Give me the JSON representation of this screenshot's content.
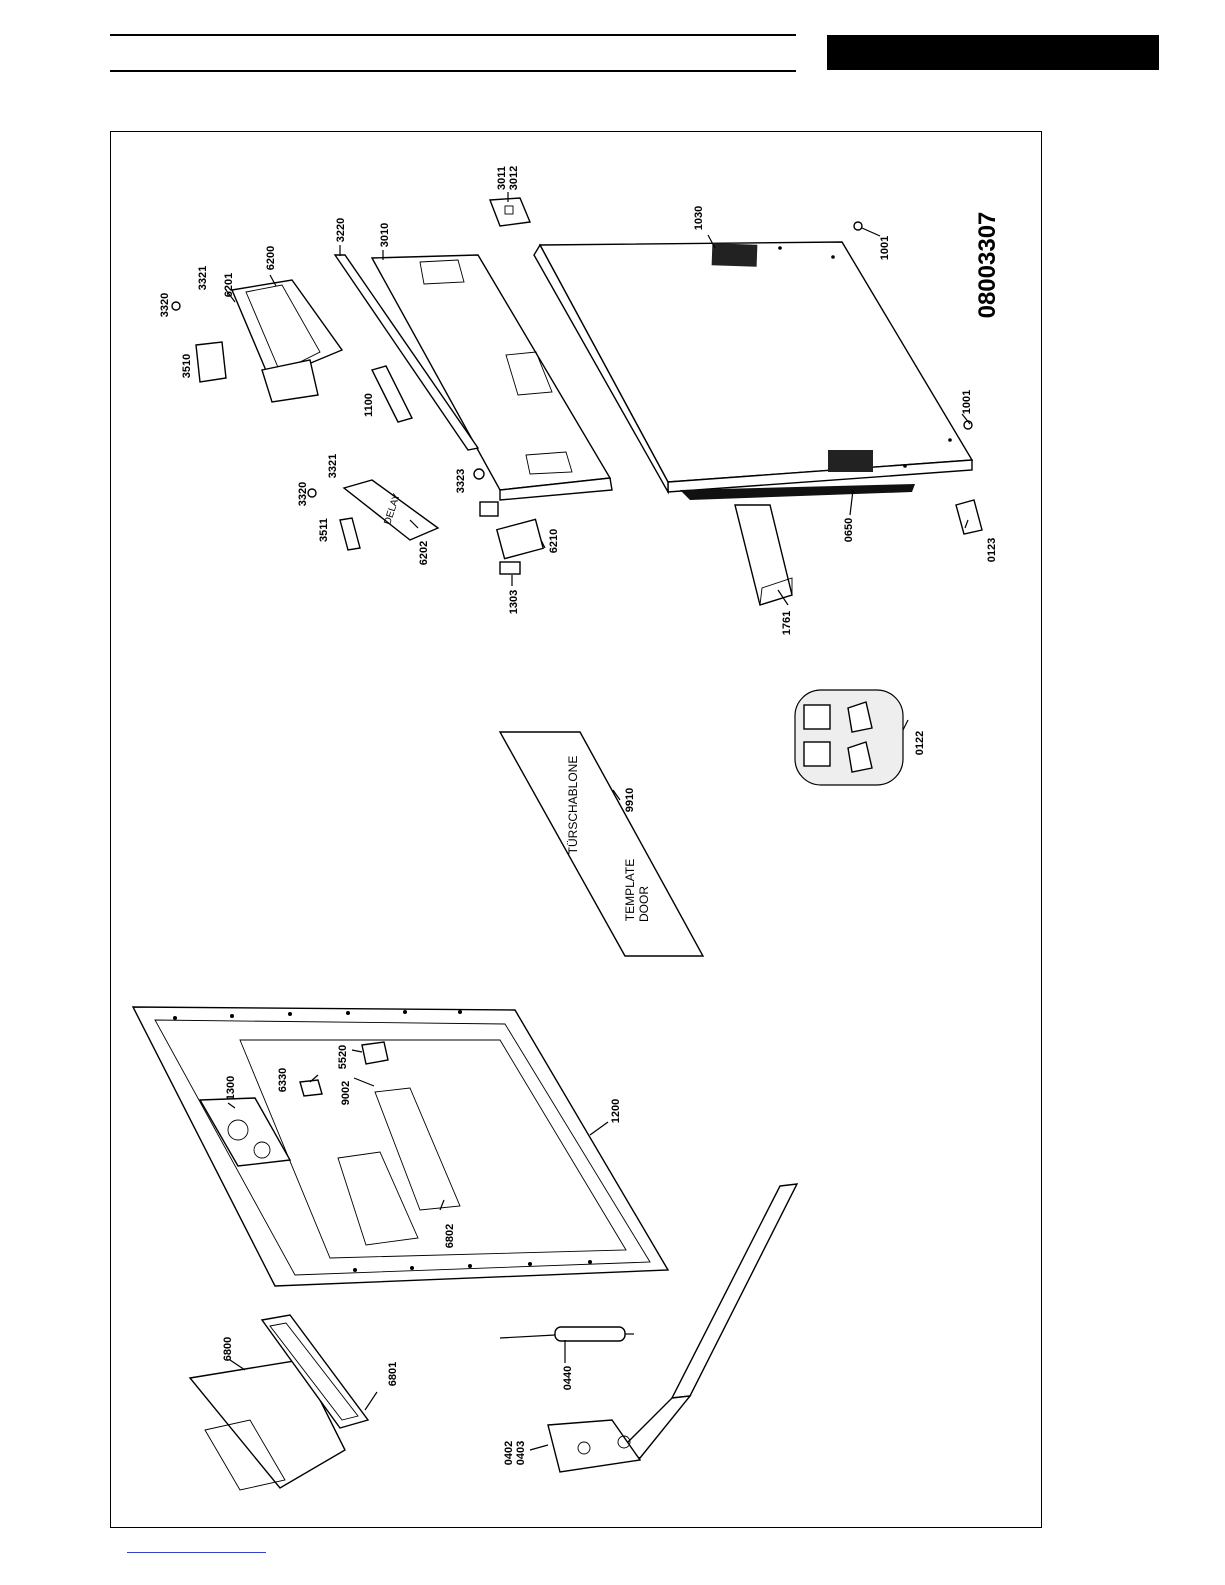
{
  "diagram": {
    "document_number": "08003307",
    "template_text": {
      "line1": "TÜRSCHABLONE",
      "line2": "TEMPLATE",
      "line3": "DOOR",
      "delay_label": "DELAY"
    },
    "part_numbers": {
      "p3011": "3011",
      "p3012": "3012",
      "p1030": "1030",
      "p3220": "3220",
      "p3010": "3010",
      "p6200": "6200",
      "p6201": "6201",
      "p3321a": "3321",
      "p3320a": "3320",
      "p3510": "3510",
      "p1100": "1100",
      "p1001a": "1001",
      "p1001b": "1001",
      "p3320b": "3320",
      "p3321b": "3321",
      "p3511": "3511",
      "p6202": "6202",
      "p3323": "3323",
      "p6210": "6210",
      "p1303": "1303",
      "p0650": "0650",
      "p0123": "0123",
      "p1761": "1761",
      "p9910": "9910",
      "p0122": "0122",
      "p6330": "6330",
      "p5520": "5520",
      "p9002": "9002",
      "p1300": "1300",
      "p1200": "1200",
      "p6802": "6802",
      "p6800": "6800",
      "p6801": "6801",
      "p0440": "0440",
      "p0402": "0402",
      "p0403": "0403"
    }
  }
}
